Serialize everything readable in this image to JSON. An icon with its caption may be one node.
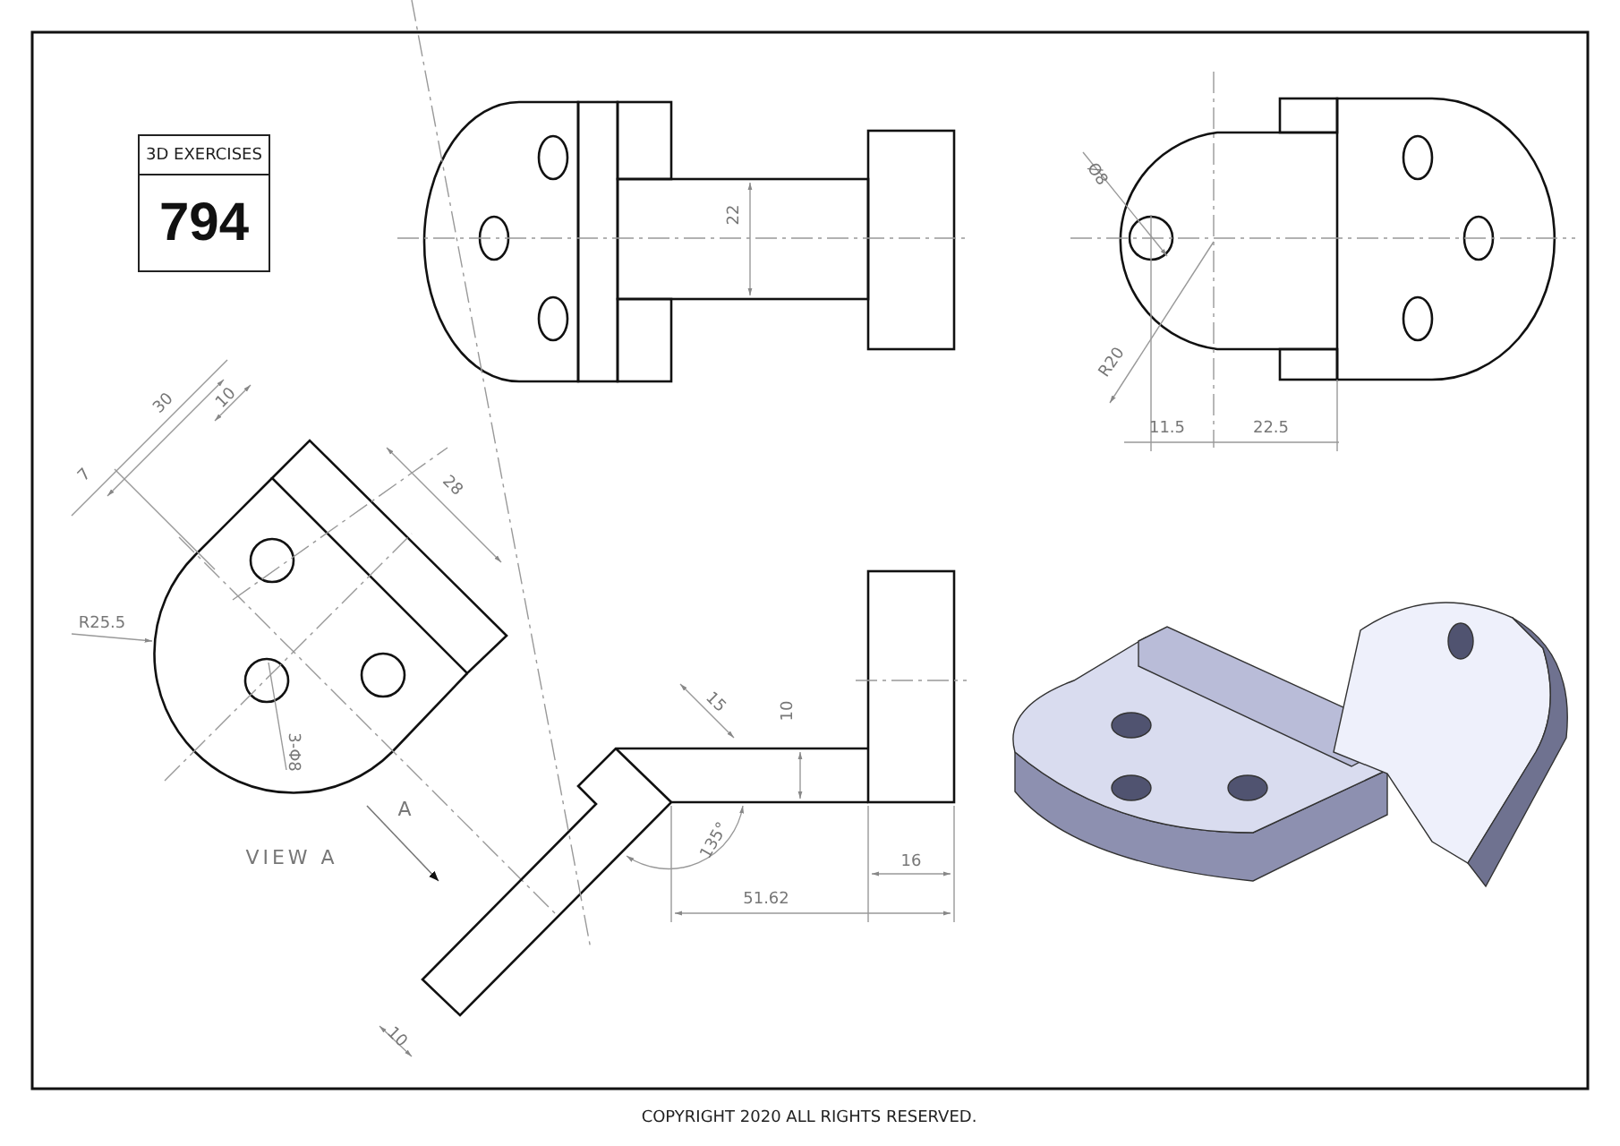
{
  "diagram": {
    "nodes": [
      {
        "text": [
          "3D EXERCISES",
          "794"
        ]
      }
    ],
    "edges": [],
    "labels": [
      "Ø8",
      "22",
      "R20",
      "11.5",
      "22.5",
      "30",
      "10",
      "7",
      "28",
      "R25.5",
      "15",
      "10",
      "A",
      "3-Φ8",
      "VIEW A",
      "135°",
      "16",
      "51.62",
      "10",
      "COPYRIGHT 2020 ALL RIGHTS RESERVED."
    ]
  }
}
